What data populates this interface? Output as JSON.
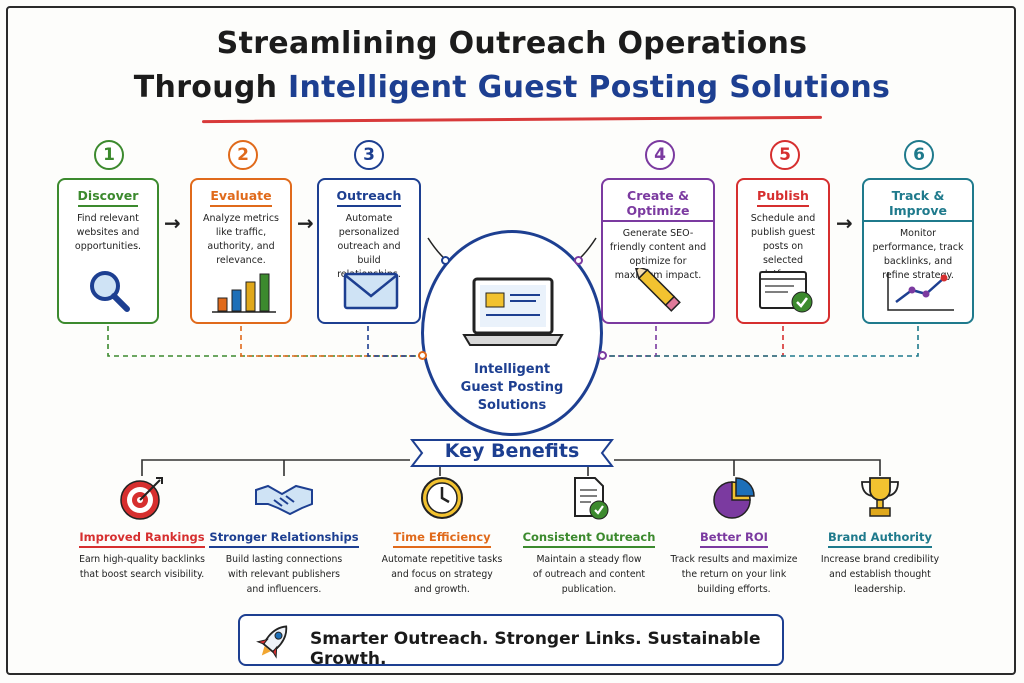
{
  "title": {
    "line1": "Streamlining Outreach Operations",
    "line2_prefix": "Through ",
    "line2_highlight": "Intelligent Guest Posting Solutions"
  },
  "steps": [
    {
      "number": "1",
      "title": "Discover",
      "desc": "Find relevant websites and opportunities.",
      "color": "#3c8a2e",
      "icon": "magnifier-icon"
    },
    {
      "number": "2",
      "title": "Evaluate",
      "desc": "Analyze metrics like traffic, authority, and relevance.",
      "color": "#e06a1b",
      "icon": "bar-chart-icon"
    },
    {
      "number": "3",
      "title": "Outreach",
      "desc": "Automate personalized outreach and build relationships.",
      "color": "#1d3f91",
      "icon": "envelope-icon"
    },
    {
      "number": "4",
      "title": "Create & Optimize",
      "desc": "Generate SEO-friendly content and optimize for maximum impact.",
      "color": "#7b3aa0",
      "icon": "pencil-icon"
    },
    {
      "number": "5",
      "title": "Publish",
      "desc": "Schedule and publish guest posts on selected platforms.",
      "color": "#d62f2f",
      "icon": "browser-check-icon"
    },
    {
      "number": "6",
      "title": "Track & Improve",
      "desc": "Monitor performance, track backlinks, and refine strategy.",
      "color": "#1f7a8c",
      "icon": "line-graph-icon"
    }
  ],
  "hub": {
    "line1": "Intelligent",
    "line2": "Guest Posting",
    "line3": "Solutions",
    "icon": "laptop-icon"
  },
  "key_benefits_label": "Key Benefits",
  "benefits": [
    {
      "title": "Improved Rankings",
      "desc1": "Earn high-quality backlinks",
      "desc2": "that boost search visibility.",
      "desc3": "",
      "color": "#d62f2f",
      "icon": "target-icon"
    },
    {
      "title": "Stronger Relationships",
      "desc1": "Build lasting connections",
      "desc2": "with relevant publishers",
      "desc3": "and influencers.",
      "color": "#1d3f91",
      "icon": "handshake-icon"
    },
    {
      "title": "Time Efficiency",
      "desc1": "Automate repetitive tasks",
      "desc2": "and focus on strategy",
      "desc3": "and growth.",
      "color": "#e06a1b",
      "icon": "clock-icon"
    },
    {
      "title": "Consistent Outreach",
      "desc1": "Maintain a steady flow",
      "desc2": "of outreach and content",
      "desc3": "publication.",
      "color": "#3c8a2e",
      "icon": "document-check-icon"
    },
    {
      "title": "Better ROI",
      "desc1": "Track results and maximize",
      "desc2": "the return on your link",
      "desc3": "building efforts.",
      "color": "#7b3aa0",
      "icon": "pie-chart-icon"
    },
    {
      "title": "Brand Authority",
      "desc1": "Increase brand credibility",
      "desc2": "and establish thought",
      "desc3": "leadership.",
      "color": "#1f7a8c",
      "icon": "trophy-icon"
    }
  ],
  "banner": {
    "text": "Smarter Outreach. Stronger Links. Sustainable Growth.",
    "icon": "rocket-icon"
  }
}
